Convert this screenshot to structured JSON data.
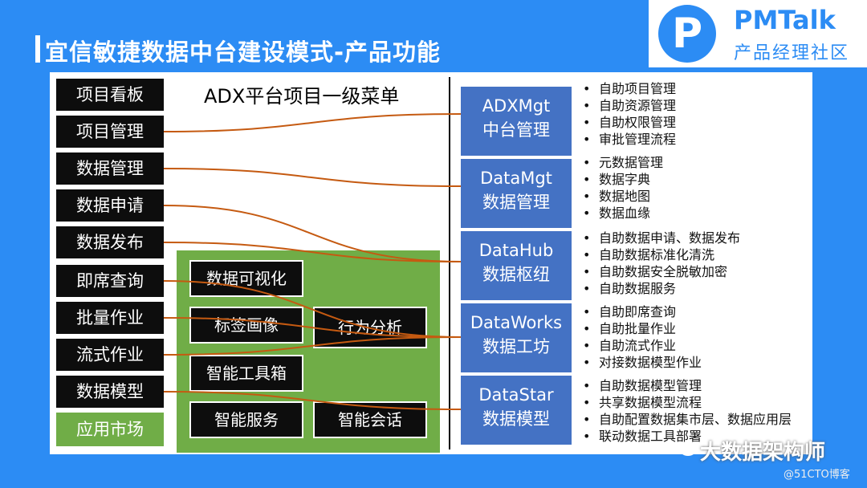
{
  "slide": {
    "title": "宜信敏捷数据中台建设模式-产品功能"
  },
  "brand": {
    "glyph": "P",
    "name": "PMTalk",
    "sub": "产品经理社区"
  },
  "menu": {
    "title": "ADX平台项目一级菜单",
    "items": [
      "项目看板",
      "项目管理",
      "数据管理",
      "数据申请",
      "数据发布",
      "即席查询",
      "批量作业",
      "流式作业",
      "数据模型"
    ],
    "market": "应用市场"
  },
  "apps": {
    "visual": "数据可视化",
    "tag": "标签画像",
    "behavior": "行为分析",
    "toolbox": "智能工具箱",
    "service": "智能服务",
    "chat": "智能会话"
  },
  "modules": [
    {
      "en": "ADXMgt",
      "cn": "中台管理",
      "features": [
        "自助项目管理",
        "自助资源管理",
        "自助权限管理",
        "审批管理流程"
      ]
    },
    {
      "en": "DataMgt",
      "cn": "数据管理",
      "features": [
        "元数据管理",
        "数据字典",
        "数据地图",
        "数据血缘"
      ]
    },
    {
      "en": "DataHub",
      "cn": "数据枢纽",
      "features": [
        "自助数据申请、数据发布",
        "自助数据标准化清洗",
        "自助数据安全脱敏加密",
        "自助数据服务"
      ]
    },
    {
      "en": "DataWorks",
      "cn": "数据工坊",
      "features": [
        "自助即席查询",
        "自助批量作业",
        "自助流式作业",
        "对接数据模型作业"
      ]
    },
    {
      "en": "DataStar",
      "cn": "数据模型",
      "features": [
        "自助数据模型管理",
        "共享数据模型流程",
        "自助配置数据集市层、数据应用层",
        "联动数据工具部署"
      ]
    }
  ],
  "bullet": "•",
  "colors": {
    "background": "#2c8cf4",
    "module": "#4472c4",
    "green": "#70ad47",
    "connector": "#c55a11"
  },
  "watermark": {
    "main": "大数据架构师",
    "sub": "@51CTO博客"
  }
}
